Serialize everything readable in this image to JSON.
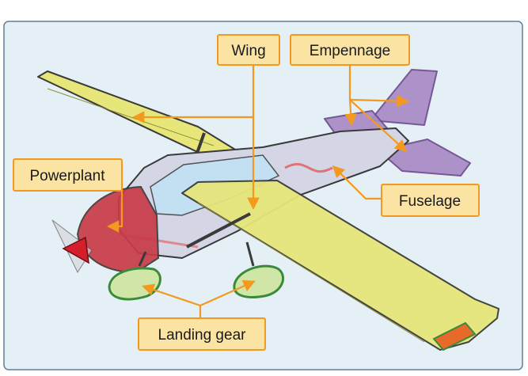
{
  "labels": {
    "wing": "Wing",
    "empennage": "Empennage",
    "powerplant": "Powerplant",
    "fuselage": "Fuselage",
    "landing_gear": "Landing gear"
  },
  "colors": {
    "frame_bg": "#e5eff6",
    "frame_border": "#5f7f96",
    "wing_fill": "#e6e67a",
    "empennage_fill": "#a98bc6",
    "powerplant_fill": "#c93a48",
    "fuselage_fill": "#d4d6e6",
    "landing_gear_fill": "#cfe6a6",
    "label_bg": "#fbe3a4",
    "label_border": "#f39a1e",
    "leader": "#f39a1e"
  }
}
